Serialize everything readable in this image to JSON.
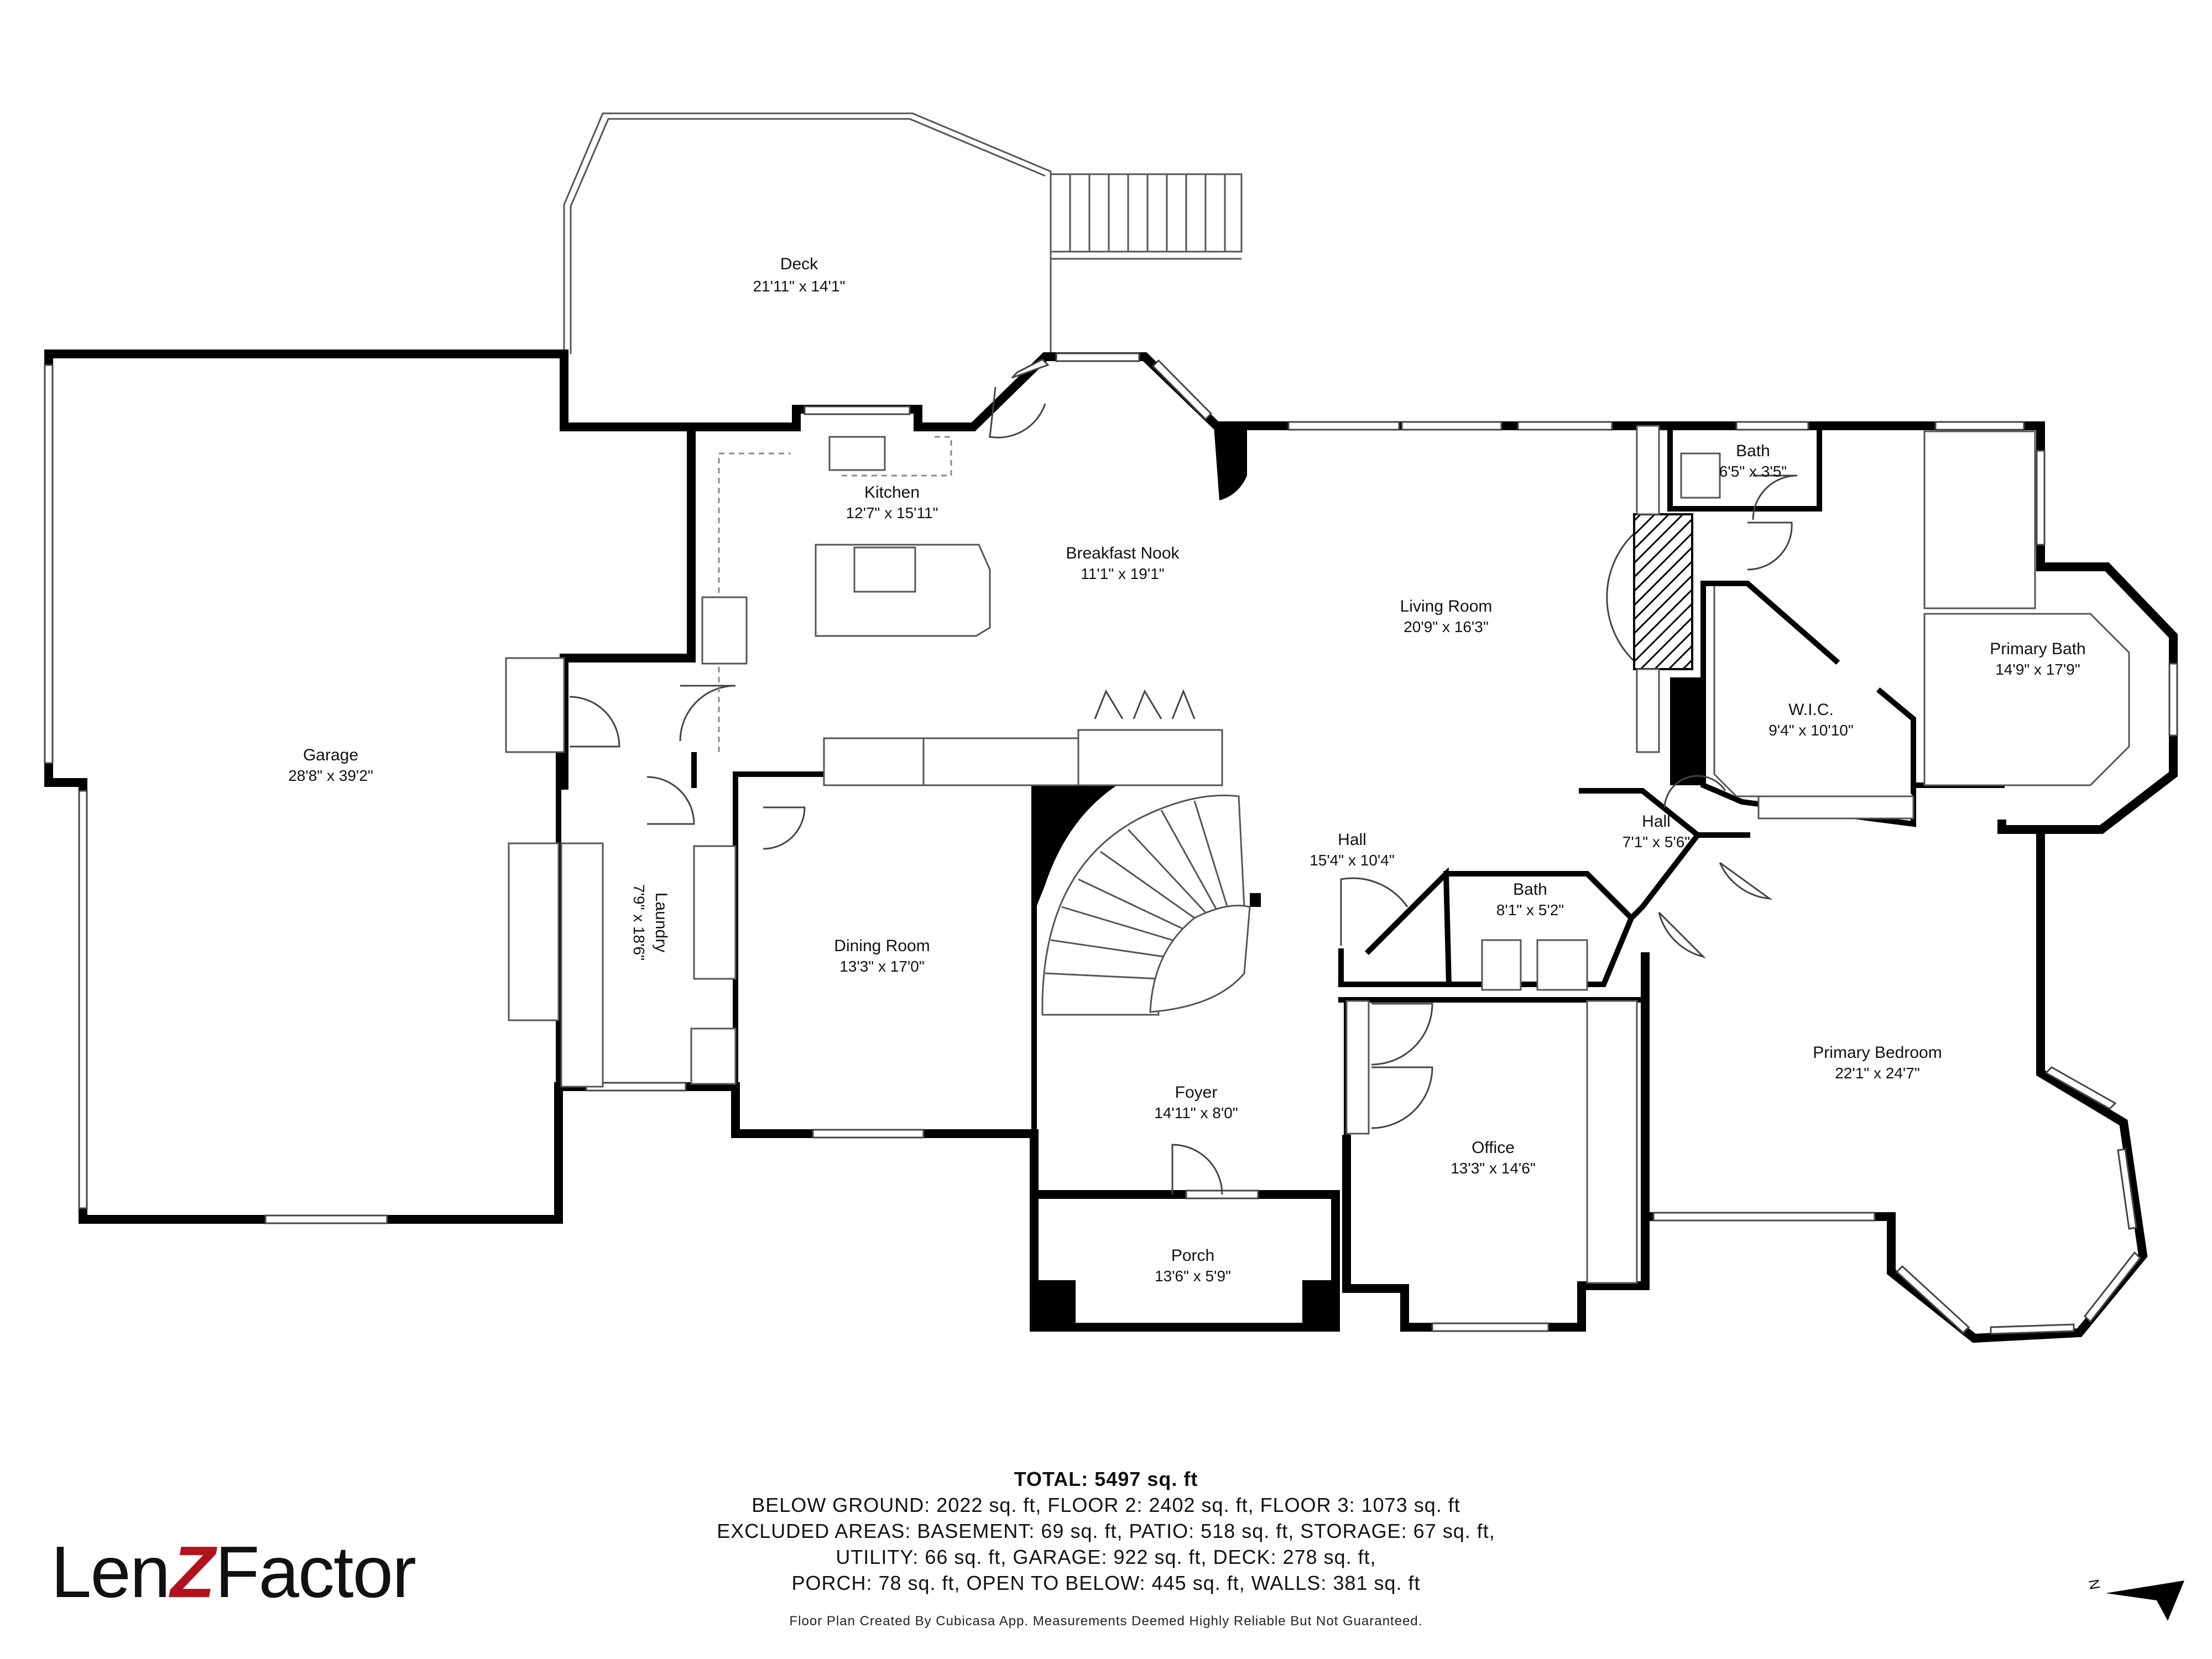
{
  "rooms": {
    "deck": {
      "name": "Deck",
      "dims": "21'11\" x 14'1\""
    },
    "garage": {
      "name": "Garage",
      "dims": "28'8\" x 39'2\""
    },
    "kitchen": {
      "name": "Kitchen",
      "dims": "12'7\" x 15'11\""
    },
    "breakfast_nook": {
      "name": "Breakfast Nook",
      "dims": "11'1\" x 19'1\""
    },
    "living_room": {
      "name": "Living Room",
      "dims": "20'9\" x 16'3\""
    },
    "bath_upper": {
      "name": "Bath",
      "dims": "6'5\" x 3'5\""
    },
    "primary_bath": {
      "name": "Primary Bath",
      "dims": "14'9\" x 17'9\""
    },
    "wic": {
      "name": "W.I.C.",
      "dims": "9'4\" x 10'10\""
    },
    "hall_small": {
      "name": "Hall",
      "dims": "7'1\" x 5'6\""
    },
    "hall_main": {
      "name": "Hall",
      "dims": "15'4\" x 10'4\""
    },
    "bath_lower": {
      "name": "Bath",
      "dims": "8'1\" x 5'2\""
    },
    "laundry": {
      "name": "Laundry",
      "dims": "7'9\" x 18'6\""
    },
    "dining_room": {
      "name": "Dining Room",
      "dims": "13'3\" x 17'0\""
    },
    "foyer": {
      "name": "Foyer",
      "dims": "14'11\" x 8'0\""
    },
    "office": {
      "name": "Office",
      "dims": "13'3\" x 14'6\""
    },
    "primary_bedroom": {
      "name": "Primary Bedroom",
      "dims": "22'1\" x 24'7\""
    },
    "porch": {
      "name": "Porch",
      "dims": "13'6\" x 5'9\""
    }
  },
  "summary": {
    "total": "TOTAL: 5497 sq. ft",
    "lines": [
      "BELOW GROUND: 2022 sq. ft, FLOOR 2: 2402 sq. ft, FLOOR 3: 1073 sq. ft",
      "EXCLUDED AREAS: BASEMENT: 69 sq. ft, PATIO: 518 sq. ft, STORAGE: 67 sq. ft,",
      "UTILITY: 66 sq. ft, GARAGE: 922 sq. ft, DECK: 278 sq. ft,",
      "PORCH: 78 sq. ft, OPEN TO BELOW: 445 sq. ft, WALLS: 381 sq. ft"
    ]
  },
  "disclaimer": "Floor Plan Created By Cubicasa App. Measurements Deemed Highly Reliable But Not Guaranteed.",
  "logo": {
    "part1": "Len",
    "part2": "Z",
    "part3": "Factor",
    "accent_color": "#b3121d"
  },
  "compass": {
    "label": "N",
    "icon": "north-arrow-icon"
  },
  "colors": {
    "wall": "#000000",
    "background": "#ffffff"
  }
}
